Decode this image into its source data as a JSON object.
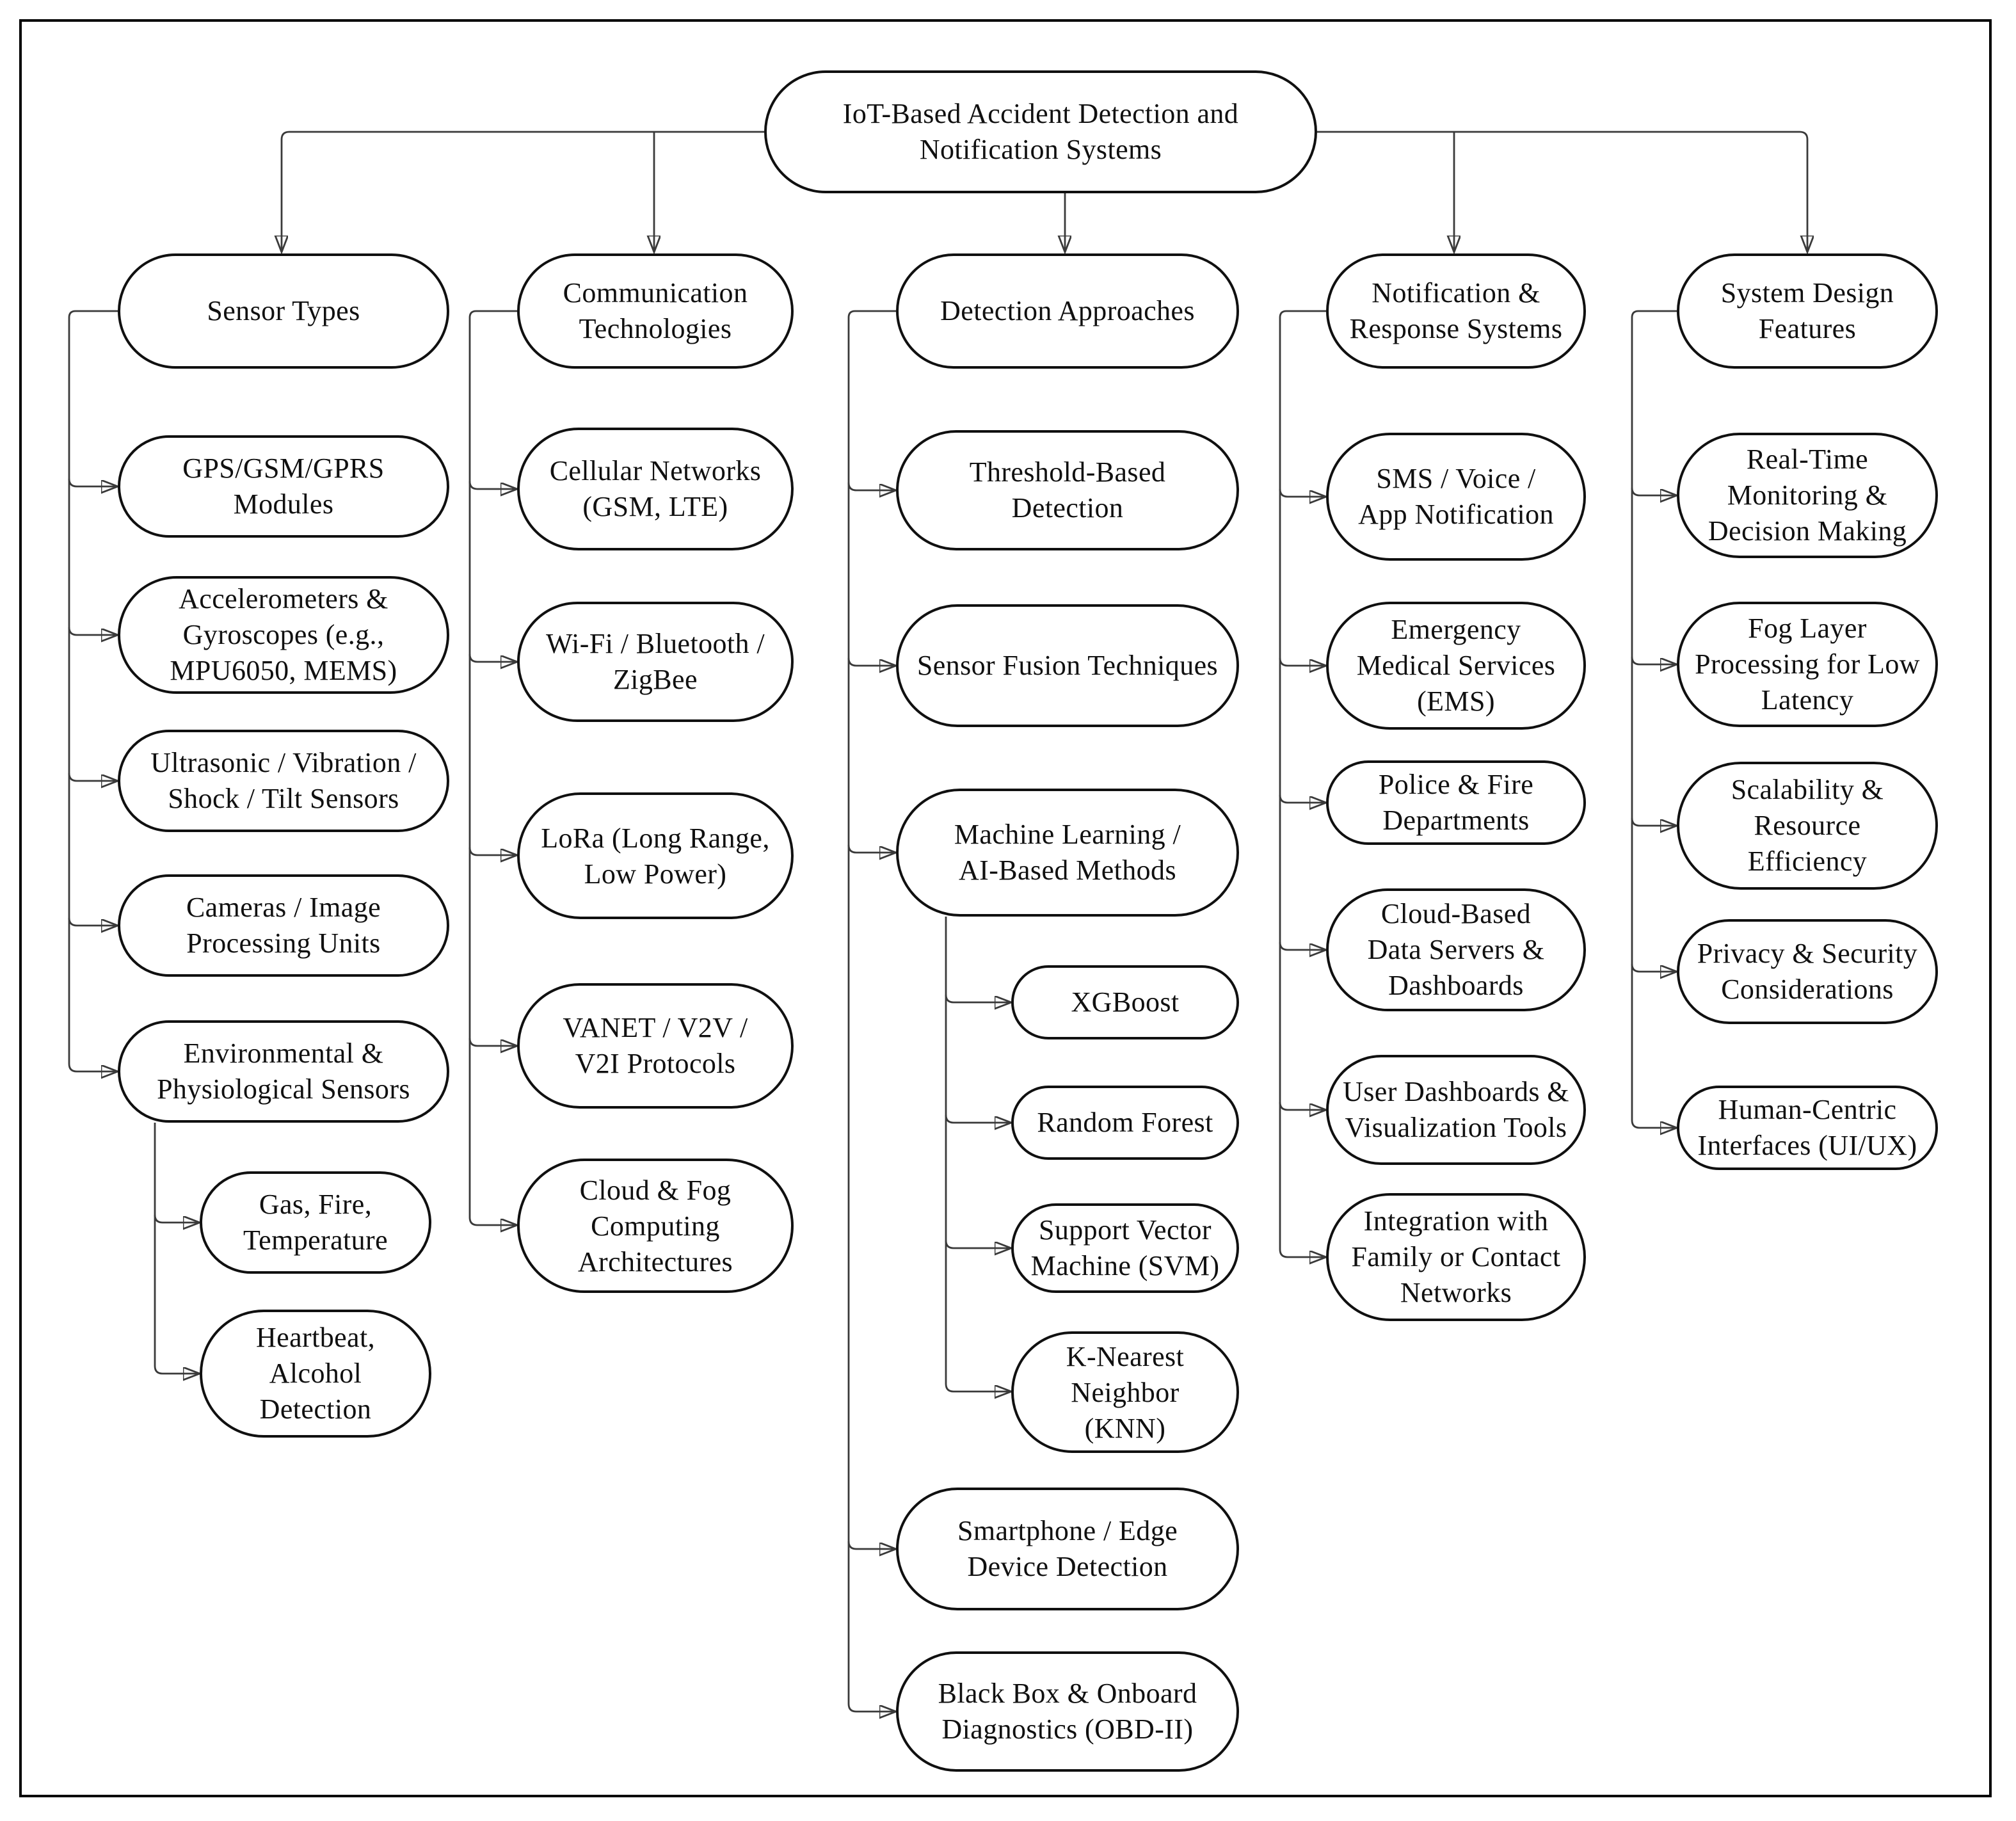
{
  "diagram": {
    "root": "IoT-Based Accident Detection and\nNotification Systems",
    "branches": [
      {
        "label": "Sensor Types",
        "children": [
          {
            "label": "GPS/GSM/GPRS\nModules"
          },
          {
            "label": "Accelerometers &\nGyroscopes (e.g.,\nMPU6050, MEMS)"
          },
          {
            "label": "Ultrasonic / Vibration /\nShock / Tilt Sensors"
          },
          {
            "label": "Cameras / Image\nProcessing Units"
          },
          {
            "label": "Environmental &\nPhysiological Sensors",
            "children": [
              {
                "label": "Gas, Fire,\nTemperature"
              },
              {
                "label": "Heartbeat,\nAlcohol\nDetection"
              }
            ]
          }
        ]
      },
      {
        "label": "Communication\nTechnologies",
        "children": [
          {
            "label": "Cellular Networks\n(GSM, LTE)"
          },
          {
            "label": "Wi-Fi / Bluetooth /\nZigBee"
          },
          {
            "label": "LoRa (Long Range,\nLow Power)"
          },
          {
            "label": "VANET / V2V /\nV2I Protocols"
          },
          {
            "label": "Cloud & Fog\nComputing\nArchitectures"
          }
        ]
      },
      {
        "label": "Detection Approaches",
        "children": [
          {
            "label": "Threshold-Based\nDetection"
          },
          {
            "label": "Sensor Fusion Techniques"
          },
          {
            "label": "Machine Learning /\nAI-Based Methods",
            "children": [
              {
                "label": "XGBoost"
              },
              {
                "label": "Random Forest"
              },
              {
                "label": "Support Vector\nMachine (SVM)"
              },
              {
                "label": "K-Nearest\nNeighbor\n(KNN)"
              }
            ]
          },
          {
            "label": "Smartphone / Edge\nDevice Detection"
          },
          {
            "label": "Black Box & Onboard\nDiagnostics (OBD-II)"
          }
        ]
      },
      {
        "label": "Notification &\nResponse Systems",
        "children": [
          {
            "label": "SMS / Voice /\nApp Notification"
          },
          {
            "label": "Emergency\nMedical Services\n(EMS)"
          },
          {
            "label": "Police & Fire\nDepartments"
          },
          {
            "label": "Cloud-Based\nData Servers &\nDashboards"
          },
          {
            "label": "User Dashboards &\nVisualization Tools"
          },
          {
            "label": "Integration with\nFamily or Contact\nNetworks"
          }
        ]
      },
      {
        "label": "System Design\nFeatures",
        "children": [
          {
            "label": "Real-Time\nMonitoring &\nDecision Making"
          },
          {
            "label": "Fog Layer\nProcessing for Low\nLatency"
          },
          {
            "label": "Scalability &\nResource\nEfficiency"
          },
          {
            "label": "Privacy & Security\nConsiderations"
          },
          {
            "label": "Human-Centric\nInterfaces (UI/UX)"
          }
        ]
      }
    ]
  }
}
